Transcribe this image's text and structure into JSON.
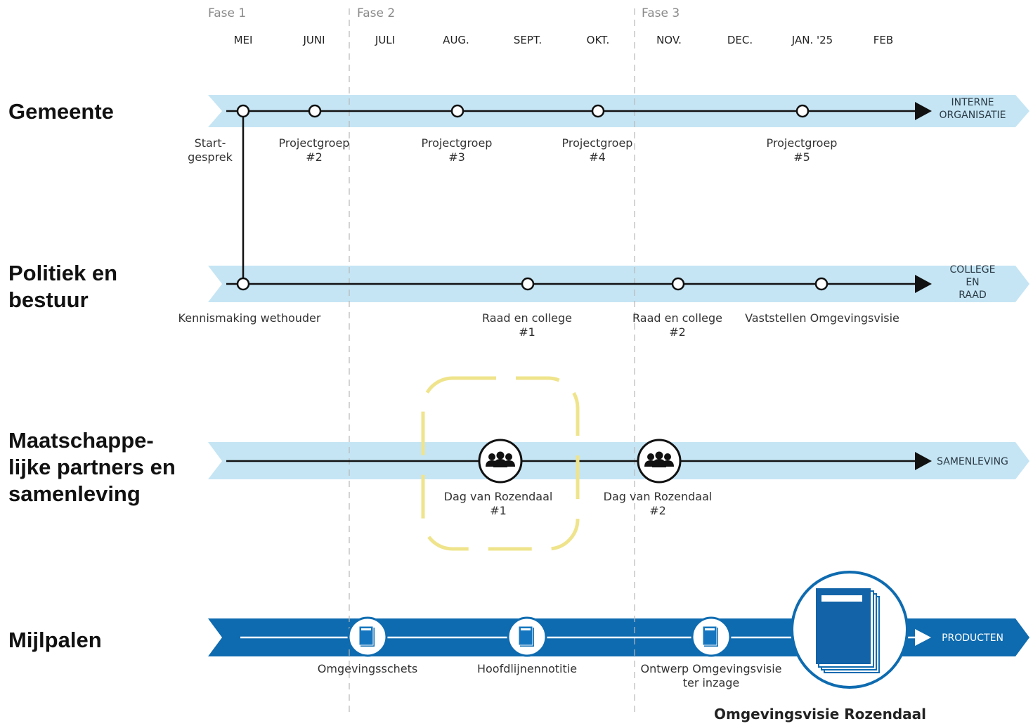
{
  "phases": [
    "Fase 1",
    "Fase 2",
    "Fase 3"
  ],
  "months": [
    "MEI",
    "JUNI",
    "JULI",
    "AUG.",
    "SEPT.",
    "OKT.",
    "NOV.",
    "DEC.",
    "JAN. '25",
    "FEB"
  ],
  "lanes": {
    "gemeente": {
      "title": "Gemeente",
      "band_label": "INTERNE\nORGANISATIE",
      "events": [
        "Start-\ngesprek",
        "Projectgroep\n#2",
        "Projectgroep\n#3",
        "Projectgroep\n#4",
        "Projectgroep\n#5"
      ]
    },
    "politiek": {
      "title": "Politiek en\nbestuur",
      "band_label": "COLLEGE EN\nRAAD",
      "events": [
        "Kennismaking wethouder",
        "Raad en college\n#1",
        "Raad en college\n#2",
        "Vaststellen Omgevingsvisie"
      ]
    },
    "samenleving": {
      "title": "Maatschappe-\nlijke partners en\nsamenleving",
      "band_label": "SAMENLEVING",
      "events": [
        "Dag van Rozendaal\n#1",
        "Dag van Rozendaal\n#2"
      ]
    },
    "mijlpalen": {
      "title": "Mijlpalen",
      "band_label": "PRODUCTEN",
      "events": [
        "Omgevingsschets",
        "Hoofdlijnennotitie",
        "Ontwerp Omgevingsvisie\nter inzage"
      ],
      "final_product": "Omgevingsvisie Rozendaal"
    }
  },
  "colors": {
    "light_band": "#c5e5f4",
    "dark_band": "#0e6bb0",
    "line": "#111111",
    "highlight": "#efe48c",
    "phase_divider": "#b8b8b8"
  },
  "icons": [
    "people-group-icon",
    "document-icon",
    "document-stack-icon",
    "arrow-head-icon"
  ]
}
